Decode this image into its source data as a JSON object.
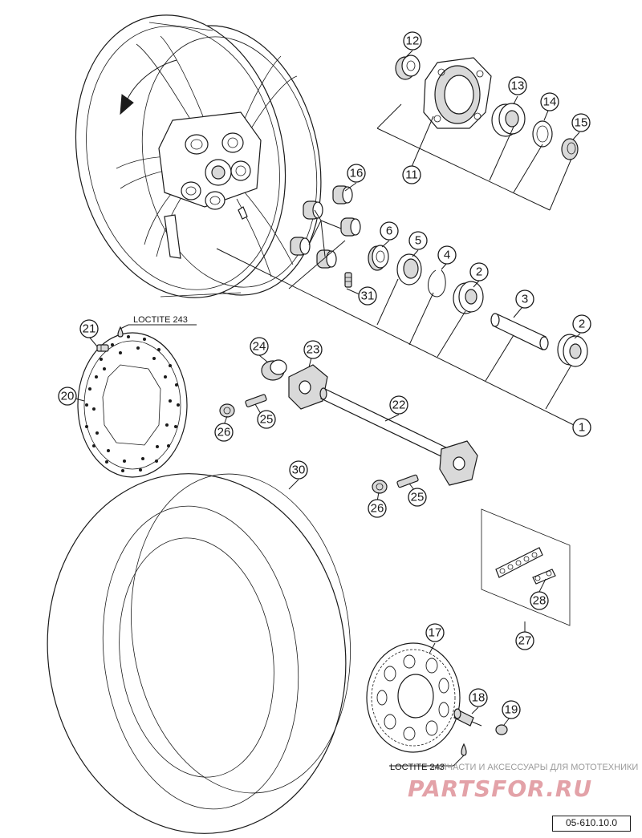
{
  "diagram": {
    "document_number": "05-610.10.0",
    "notes": {
      "loctite_top": "LOCTITE 243",
      "loctite_bottom": "LOCTITE 243"
    },
    "watermark": {
      "tagline": "ЗАПЧАСТИ И АКСЕССУАРЫ ДЛЯ МОТОТЕХНИКИ",
      "brand": "PARTSFOR.RU"
    },
    "callouts": [
      "1",
      "2",
      "2",
      "3",
      "4",
      "5",
      "6",
      "11",
      "12",
      "13",
      "14",
      "15",
      "16",
      "17",
      "18",
      "19",
      "20",
      "21",
      "22",
      "23",
      "24",
      "25",
      "25",
      "26",
      "26",
      "27",
      "28",
      "30",
      "31"
    ]
  }
}
